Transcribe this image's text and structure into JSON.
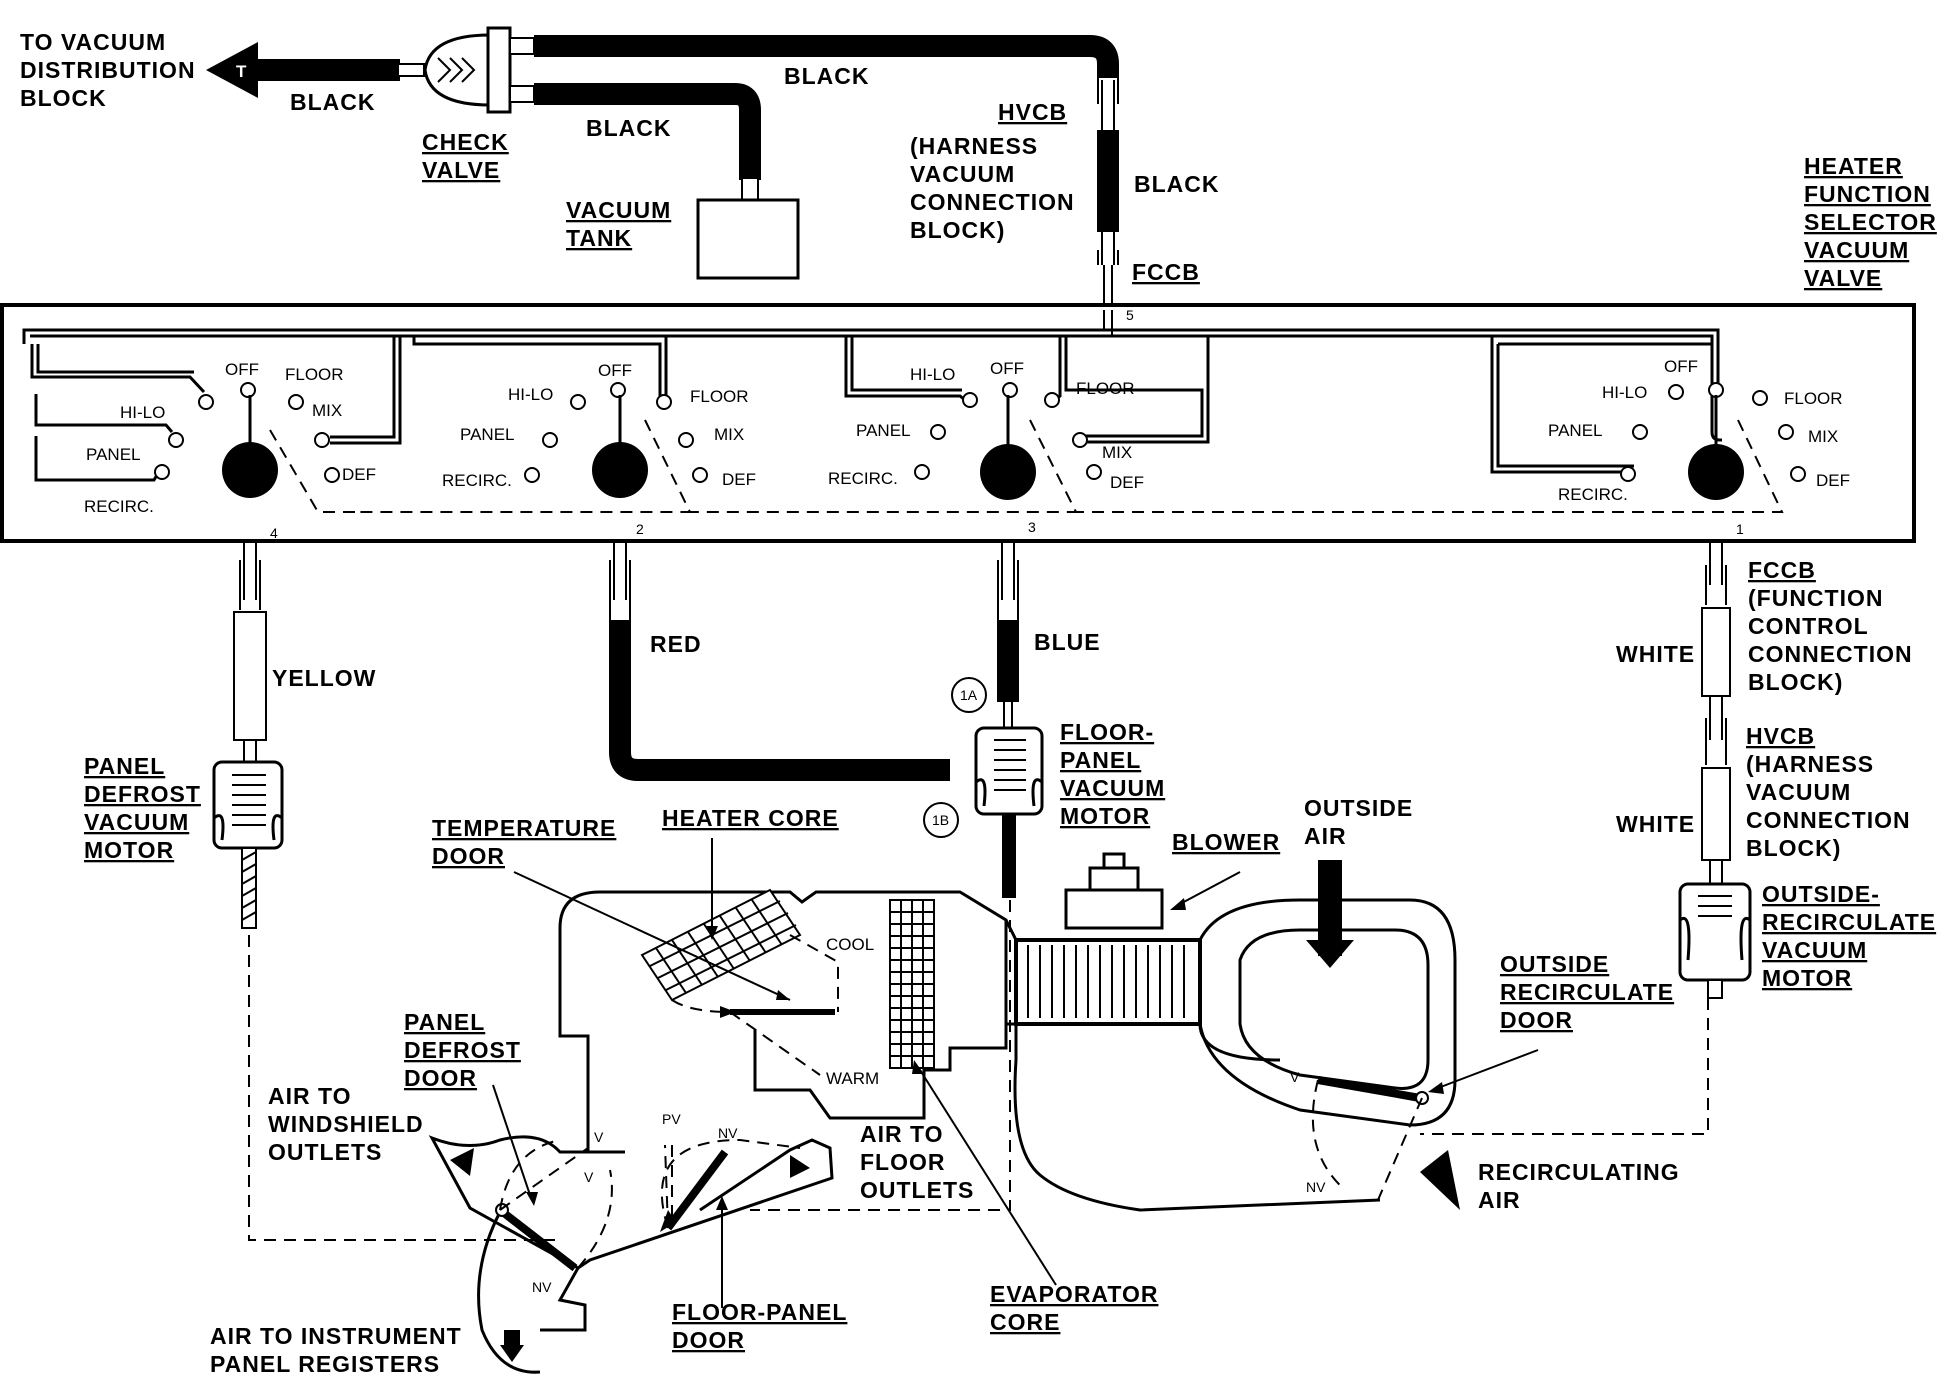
{
  "labels": {
    "to_vacuum": [
      "TO VACUUM",
      "DISTRIBUTION",
      "BLOCK"
    ],
    "black_left": "BLACK",
    "black_top": "BLACK",
    "black_mid": "BLACK",
    "black_right": "BLACK",
    "check_valve": [
      "CHECK",
      "VALVE"
    ],
    "vacuum_tank": [
      "VACUUM",
      "TANK"
    ],
    "hvcb_top": "HVCB",
    "hvcb_top_desc": [
      "(HARNESS",
      "VACUUM",
      "CONNECTION",
      "BLOCK)"
    ],
    "fccb_top": "FCCB",
    "heater_function": [
      "HEATER",
      "FUNCTION",
      "SELECTOR",
      "VACUUM",
      "VALVE"
    ],
    "port5": "5",
    "port4": "4",
    "port2": "2",
    "port3": "3",
    "port1": "1",
    "yellow": "YELLOW",
    "red": "RED",
    "blue": "BLUE",
    "white1": "WHITE",
    "white2": "WHITE",
    "fccb_right": "FCCB",
    "fccb_right_desc": [
      "(FUNCTION",
      "CONTROL",
      "CONNECTION",
      "BLOCK)"
    ],
    "hvcb_right": "HVCB",
    "hvcb_right_desc": [
      "(HARNESS",
      "VACUUM",
      "CONNECTION",
      "BLOCK)"
    ],
    "panel_defrost_motor": [
      "PANEL",
      "DEFROST",
      "VACUUM",
      "MOTOR"
    ],
    "floor_panel_motor": [
      "FLOOR-",
      "PANEL",
      "VACUUM",
      "MOTOR"
    ],
    "outside_recirc_motor": [
      "OUTSIDE-",
      "RECIRCULATE",
      "VACUUM",
      "MOTOR"
    ],
    "port_1a": "1A",
    "port_1b": "1B",
    "temperature_door": [
      "TEMPERATURE",
      "DOOR"
    ],
    "heater_core": "HEATER CORE",
    "blower": "BLOWER",
    "outside_air": [
      "OUTSIDE",
      "AIR"
    ],
    "cool": "COOL",
    "warm": "WARM",
    "outside_recirc_door": [
      "OUTSIDE",
      "RECIRCULATE",
      "DOOR"
    ],
    "panel_defrost_door": [
      "PANEL",
      "DEFROST",
      "DOOR"
    ],
    "air_windshield": [
      "AIR TO",
      "WINDSHIELD",
      "OUTLETS"
    ],
    "air_floor": [
      "AIR TO",
      "FLOOR",
      "OUTLETS"
    ],
    "recirculating_air": [
      "RECIRCULATING",
      "AIR"
    ],
    "air_instrument": [
      "AIR TO INSTRUMENT",
      "PANEL REGISTERS"
    ],
    "floor_panel_door": [
      "FLOOR-PANEL",
      "DOOR"
    ],
    "evaporator_core": [
      "EVAPORATOR",
      "CORE"
    ],
    "v": "V",
    "nv": "NV",
    "pv": "PV"
  },
  "selector": {
    "sections": [
      {
        "off": "OFF",
        "floor": "FLOOR",
        "hilo": "HI-LO",
        "mix": "MIX",
        "panel": "PANEL",
        "def": "DEF",
        "recirc": "RECIRC."
      },
      {
        "off": "OFF",
        "floor": "FLOOR",
        "hilo": "HI-LO",
        "mix": "MIX",
        "panel": "PANEL",
        "def": "DEF",
        "recirc": "RECIRC."
      },
      {
        "off": "OFF",
        "floor": "FLOOR",
        "hilo": "HI-LO",
        "mix": "MIX",
        "panel": "PANEL",
        "def": "DEF",
        "recirc": "RECIRC."
      },
      {
        "off": "OFF",
        "floor": "FLOOR",
        "hilo": "HI-LO",
        "mix": "MIX",
        "panel": "PANEL",
        "def": "DEF",
        "recirc": "RECIRC."
      }
    ]
  }
}
